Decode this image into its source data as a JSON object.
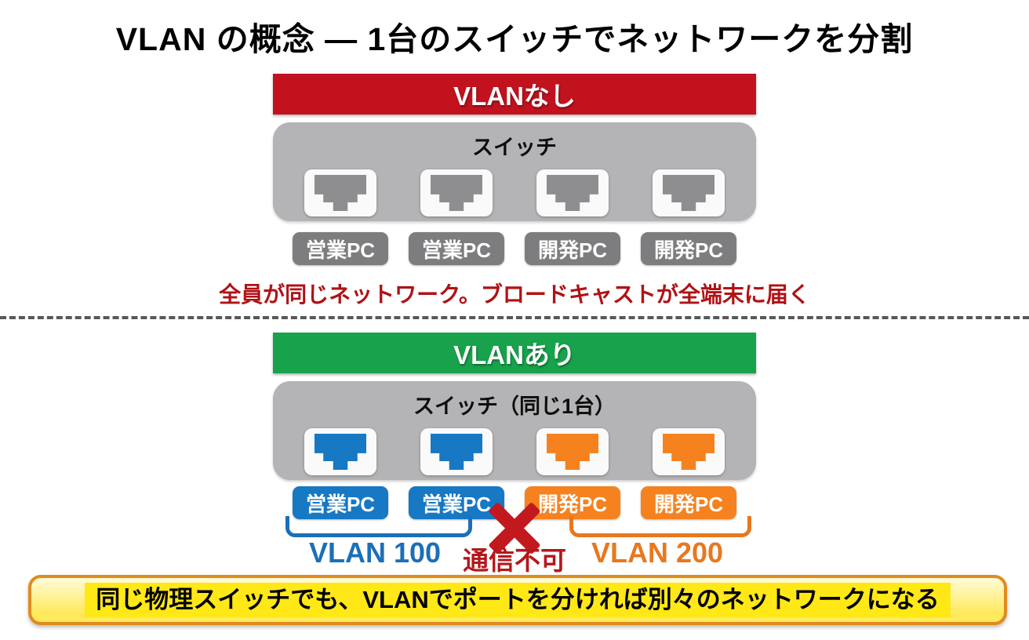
{
  "title": "VLAN の概念 — 1台のスイッチでネットワークを分割",
  "no_vlan": {
    "header": "VLANなし",
    "switch_label": "スイッチ",
    "ports": [
      "gray",
      "gray",
      "gray",
      "gray"
    ],
    "pcs": [
      {
        "label": "営業PC",
        "color": "gray"
      },
      {
        "label": "営業PC",
        "color": "gray"
      },
      {
        "label": "開発PC",
        "color": "gray"
      },
      {
        "label": "開発PC",
        "color": "gray"
      }
    ],
    "caption": "全員が同じネットワーク。ブロードキャストが全端末に届く"
  },
  "vlan": {
    "header": "VLANあり",
    "switch_label": "スイッチ（同じ1台）",
    "ports": [
      "blue",
      "blue",
      "orange",
      "orange"
    ],
    "pcs": [
      {
        "label": "営業PC",
        "color": "blue"
      },
      {
        "label": "営業PC",
        "color": "blue"
      },
      {
        "label": "開発PC",
        "color": "orange"
      },
      {
        "label": "開発PC",
        "color": "orange"
      }
    ],
    "vlan100_label": "VLAN 100",
    "no_comm_label": "通信不可",
    "vlan200_label": "VLAN 200"
  },
  "banner": "同じ物理スイッチでも、VLANでポートを分ければ別々のネットワークになる",
  "colors": {
    "red_header": "#C1121E",
    "green_header": "#17A24B",
    "switch_gray": "#B4B4B6",
    "port_plate": "#FAFAFA",
    "port_gray": "#8E8E90",
    "badge_gray": "#7D7D7F",
    "blue": "#1778C4",
    "orange": "#F5821F",
    "caption_red": "#B01215",
    "x_red": "#C2191E",
    "vlan_blue": "#1B6FB8",
    "vlan_orange": "#E8781E",
    "nocomm_red": "#B5171B",
    "banner_border": "#E08B1E",
    "banner_top": "#FFFBD8",
    "banner_bottom": "#FFE95C",
    "banner_highlight": "#FFE816",
    "dash_gray": "#58585A"
  }
}
